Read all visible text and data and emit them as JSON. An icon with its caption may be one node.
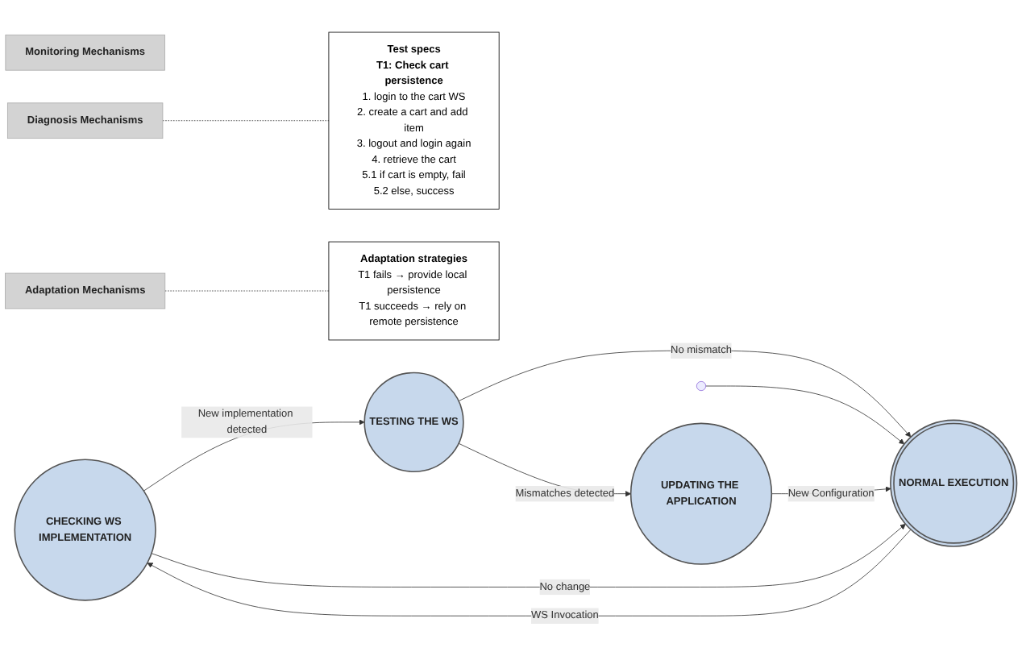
{
  "diagram": {
    "nodes": [
      {
        "text": [
          "Monitoring Mechanisms"
        ]
      },
      {
        "text": [
          "CHECKING WS IMPLEMENTATION"
        ]
      },
      {
        "text": [
          "Test specs",
          "T1: Check cart persistence",
          "1. login to the cart WS",
          "2. create a cart and add item",
          "3. logout and login again",
          "4. retrieve the cart",
          "5.1 if cart is empty, fail",
          "5.2 else, success"
        ]
      },
      {
        "text": [
          "NORMAL EXECUTION"
        ]
      },
      {
        "text": [
          "TESTING THE WS"
        ]
      },
      {
        "text": [
          "Diagnosis Mechanisms"
        ]
      },
      {
        "text": [
          "UPDATING THE APPLICATION"
        ]
      },
      {
        "text": [
          "Adaptation strategies",
          "T1 fails → provide local persistence",
          "T1 succeeds → rely on remote persistence"
        ]
      },
      {
        "text": [
          "Adaptation Mechanisms"
        ]
      }
    ],
    "edges": [
      {
        "from": 3,
        "to": 1,
        "arrow": "to",
        "label": "WS Invocation"
      },
      {
        "from": 1,
        "to": 4,
        "arrow": "to",
        "label": "New implementation detected"
      },
      {
        "from": 1,
        "to": 3,
        "arrow": "to",
        "label": "No change"
      },
      {
        "from": 4,
        "to": 3,
        "arrow": "to",
        "label": "No mismatch"
      },
      {
        "from": 4,
        "to": 6,
        "arrow": "to",
        "label": "Mismatches detected"
      },
      {
        "from": 6,
        "to": 3,
        "arrow": "to",
        "label": "New Configuration"
      },
      {
        "from": null,
        "to": 3,
        "arrow": "to"
      },
      {
        "from": 5,
        "to": 2,
        "arrow": "none",
        "style": "dashed"
      },
      {
        "from": 8,
        "to": 7,
        "arrow": "none",
        "style": "dashed"
      }
    ]
  }
}
